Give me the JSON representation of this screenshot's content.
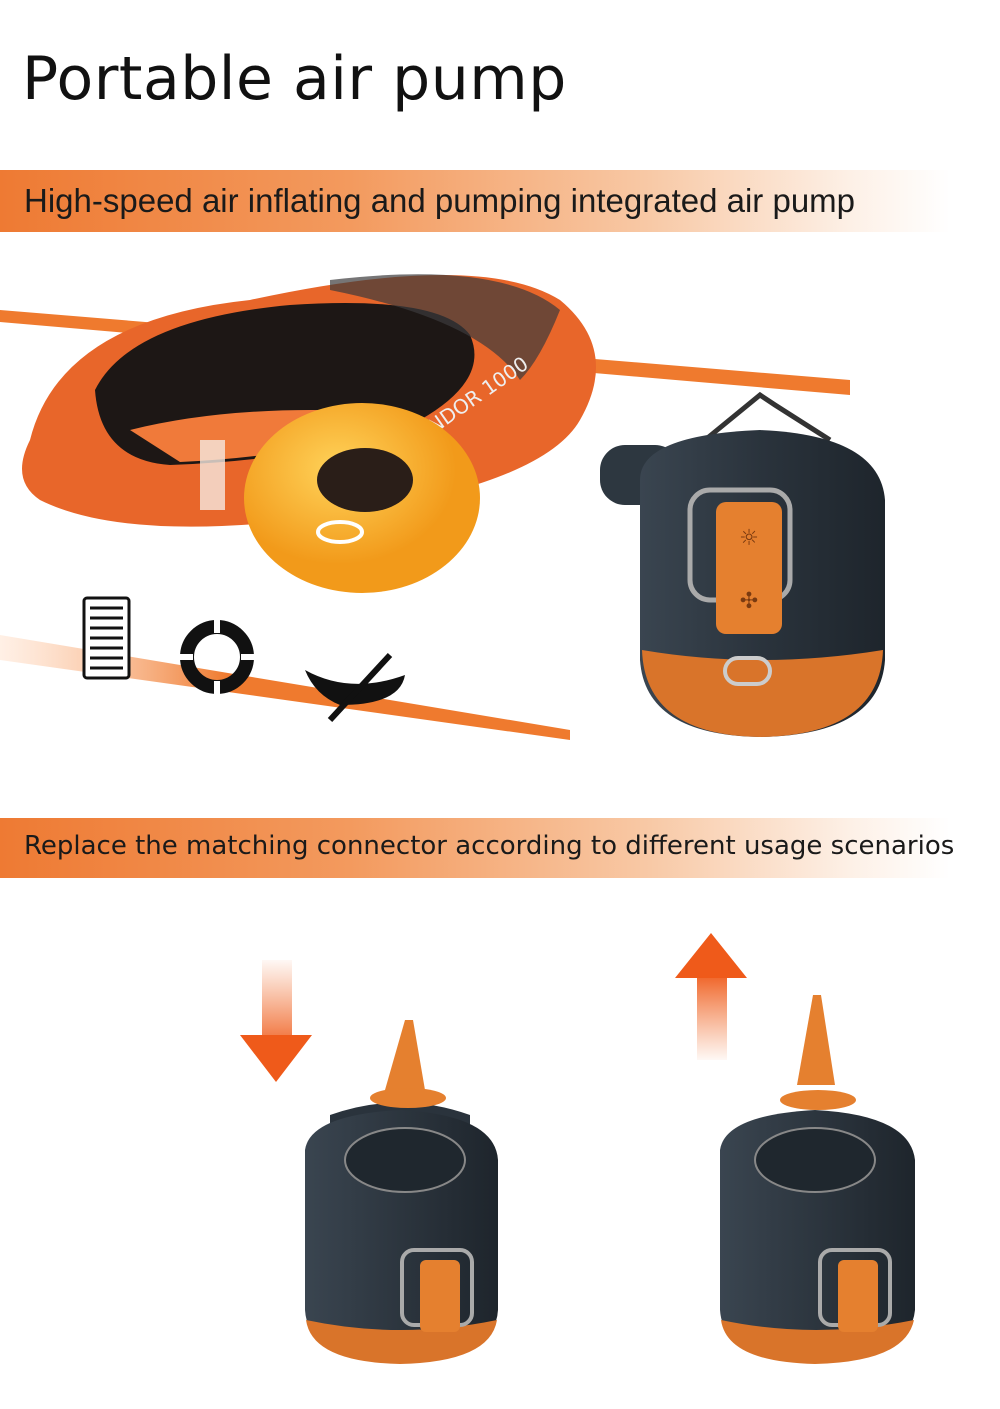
{
  "title": "Portable air pump",
  "band1": {
    "text": "High-speed air inflating and pumping integrated air pump"
  },
  "band2": {
    "text": "Replace the matching connector according to different usage scenarios"
  },
  "product": {
    "boat_label": "KONDOR 1000"
  },
  "icons": [
    "air-mattress-icon",
    "life-ring-icon",
    "kayak-icon"
  ],
  "colors": {
    "accent": "#ee7a33",
    "pump_body": "#2f3a44",
    "pump_button": "#e5802f"
  }
}
